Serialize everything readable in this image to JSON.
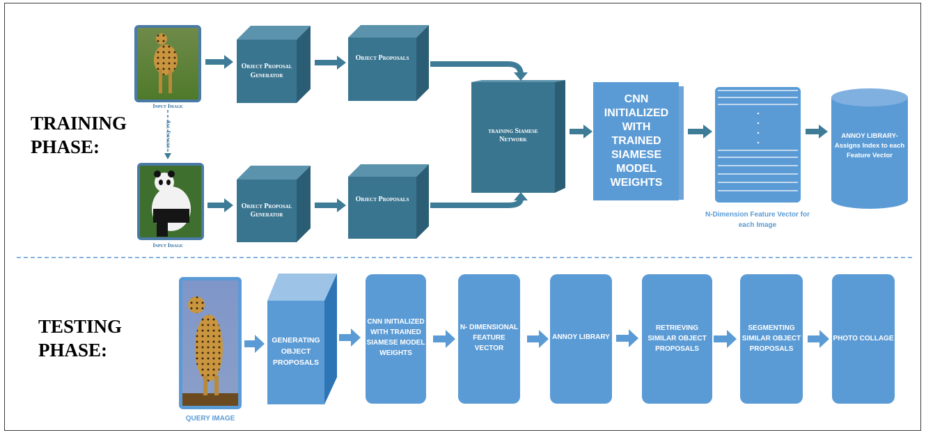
{
  "training": {
    "phase_label": "TRAINING\nPHASE:",
    "input_image_caption_top": "Input Image",
    "input_image_caption_bottom": "Input Image",
    "all_images_label": "All Images",
    "object_proposal_generator_top": "Object Proposal Generator",
    "object_proposal_generator_bottom": "Object Proposal Generator",
    "object_proposals_top": "Object Proposals",
    "object_proposals_bottom": "Object Proposals",
    "siamese_network": "training Siamese Network",
    "cnn_initialized": "CNN INITIALIZED WITH TRAINED SIAMESE MODEL WEIGHTS",
    "feature_vector_caption": "N-Dimension Feature Vector for each Image",
    "annoy_library": "ANNOY LIBRARY- Assigns Index to each Feature Vector"
  },
  "testing": {
    "phase_label": "TESTING\nPHASE:",
    "query_image_caption": "QUERY IMAGE",
    "generating_object_proposals": "GENERATING OBJECT PROPOSALS",
    "cnn_initialized": "CNN INITIALIZED WITH TRAINED SIAMESE MODEL WEIGHTS",
    "n_dimensional_feature_vector": "N- DIMENSIONAL FEATURE VECTOR",
    "annoy_library": "ANNOY LIBRARY",
    "retrieving_similar_object_proposals": "RETRIEVING SIMILAR OBJECT PROPOSALS",
    "segmenting_similar_object_proposals": "SEGMENTING SIMILAR OBJECT PROPOSALS",
    "photo_collage": "PHOTO COLLAGE"
  },
  "colors": {
    "dark_teal": "#3a7590",
    "arrow_teal": "#3d7b96",
    "light_blue": "#5b9bd5",
    "divider": "#5b9bd5"
  }
}
